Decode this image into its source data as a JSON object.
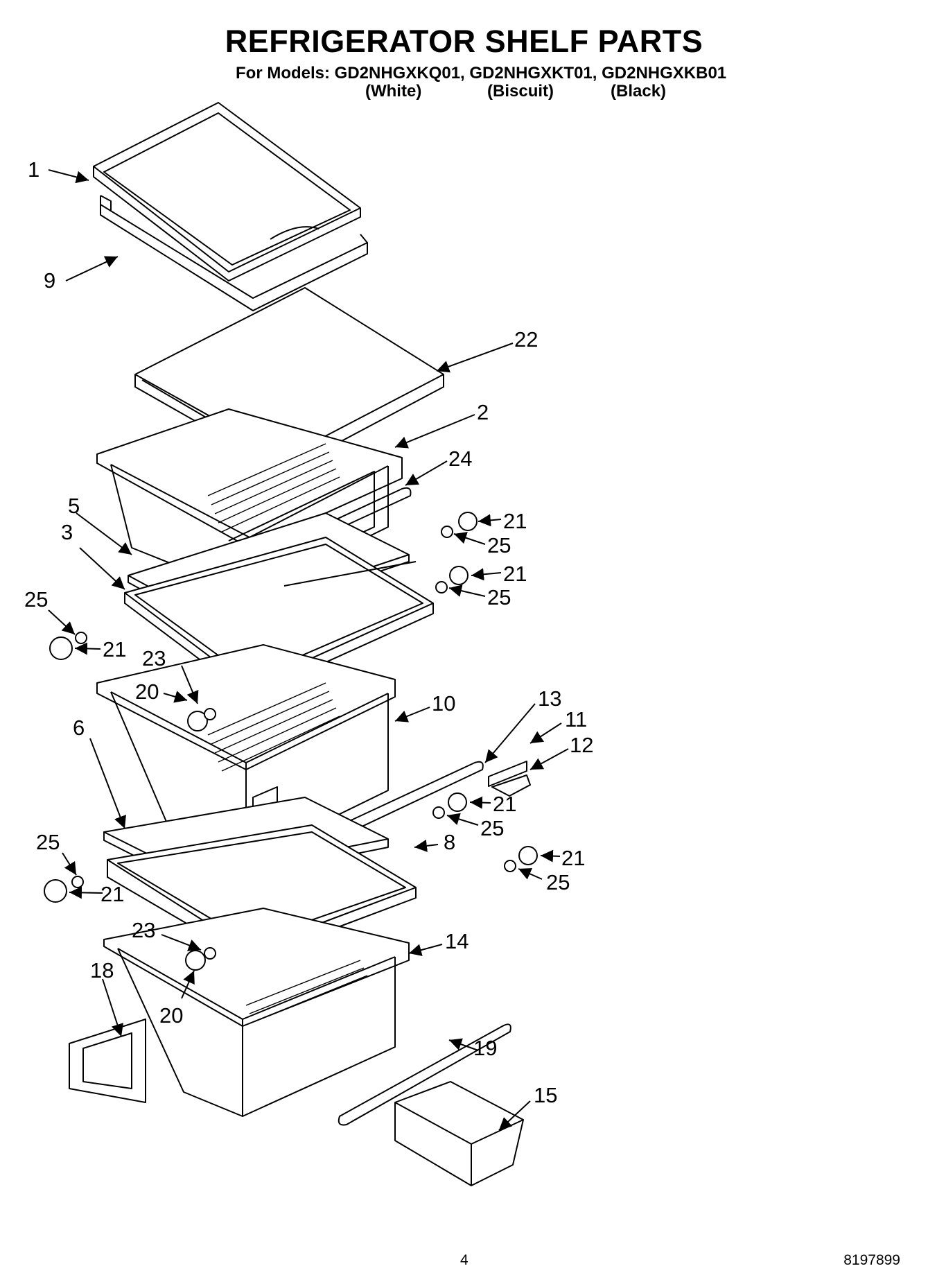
{
  "header": {
    "title": "REFRIGERATOR SHELF PARTS",
    "models_line": "For Models: GD2NHGXKQ01, GD2NHGXKT01, GD2NHGXKB01",
    "colors": [
      "(White)",
      "(Biscuit)",
      "(Black)"
    ]
  },
  "callouts": {
    "c1": "1",
    "c9": "9",
    "c22": "22",
    "c2": "2",
    "c24": "24",
    "c5": "5",
    "c3": "3",
    "c21a": "21",
    "c25a": "25",
    "c21b": "21",
    "c25b": "25",
    "c25c": "25",
    "c21c": "21",
    "c23a": "23",
    "c20a": "20",
    "c10": "10",
    "c13": "13",
    "c11": "11",
    "c12": "12",
    "c6": "6",
    "c21d": "21",
    "c25d": "25",
    "c8": "8",
    "c21e": "21",
    "c25e": "25",
    "c25f": "25",
    "c21f": "21",
    "c23b": "23",
    "c14": "14",
    "c18": "18",
    "c20b": "20",
    "c19": "19",
    "c15": "15"
  },
  "footer": {
    "page_number": "4",
    "document_number": "8197899"
  }
}
